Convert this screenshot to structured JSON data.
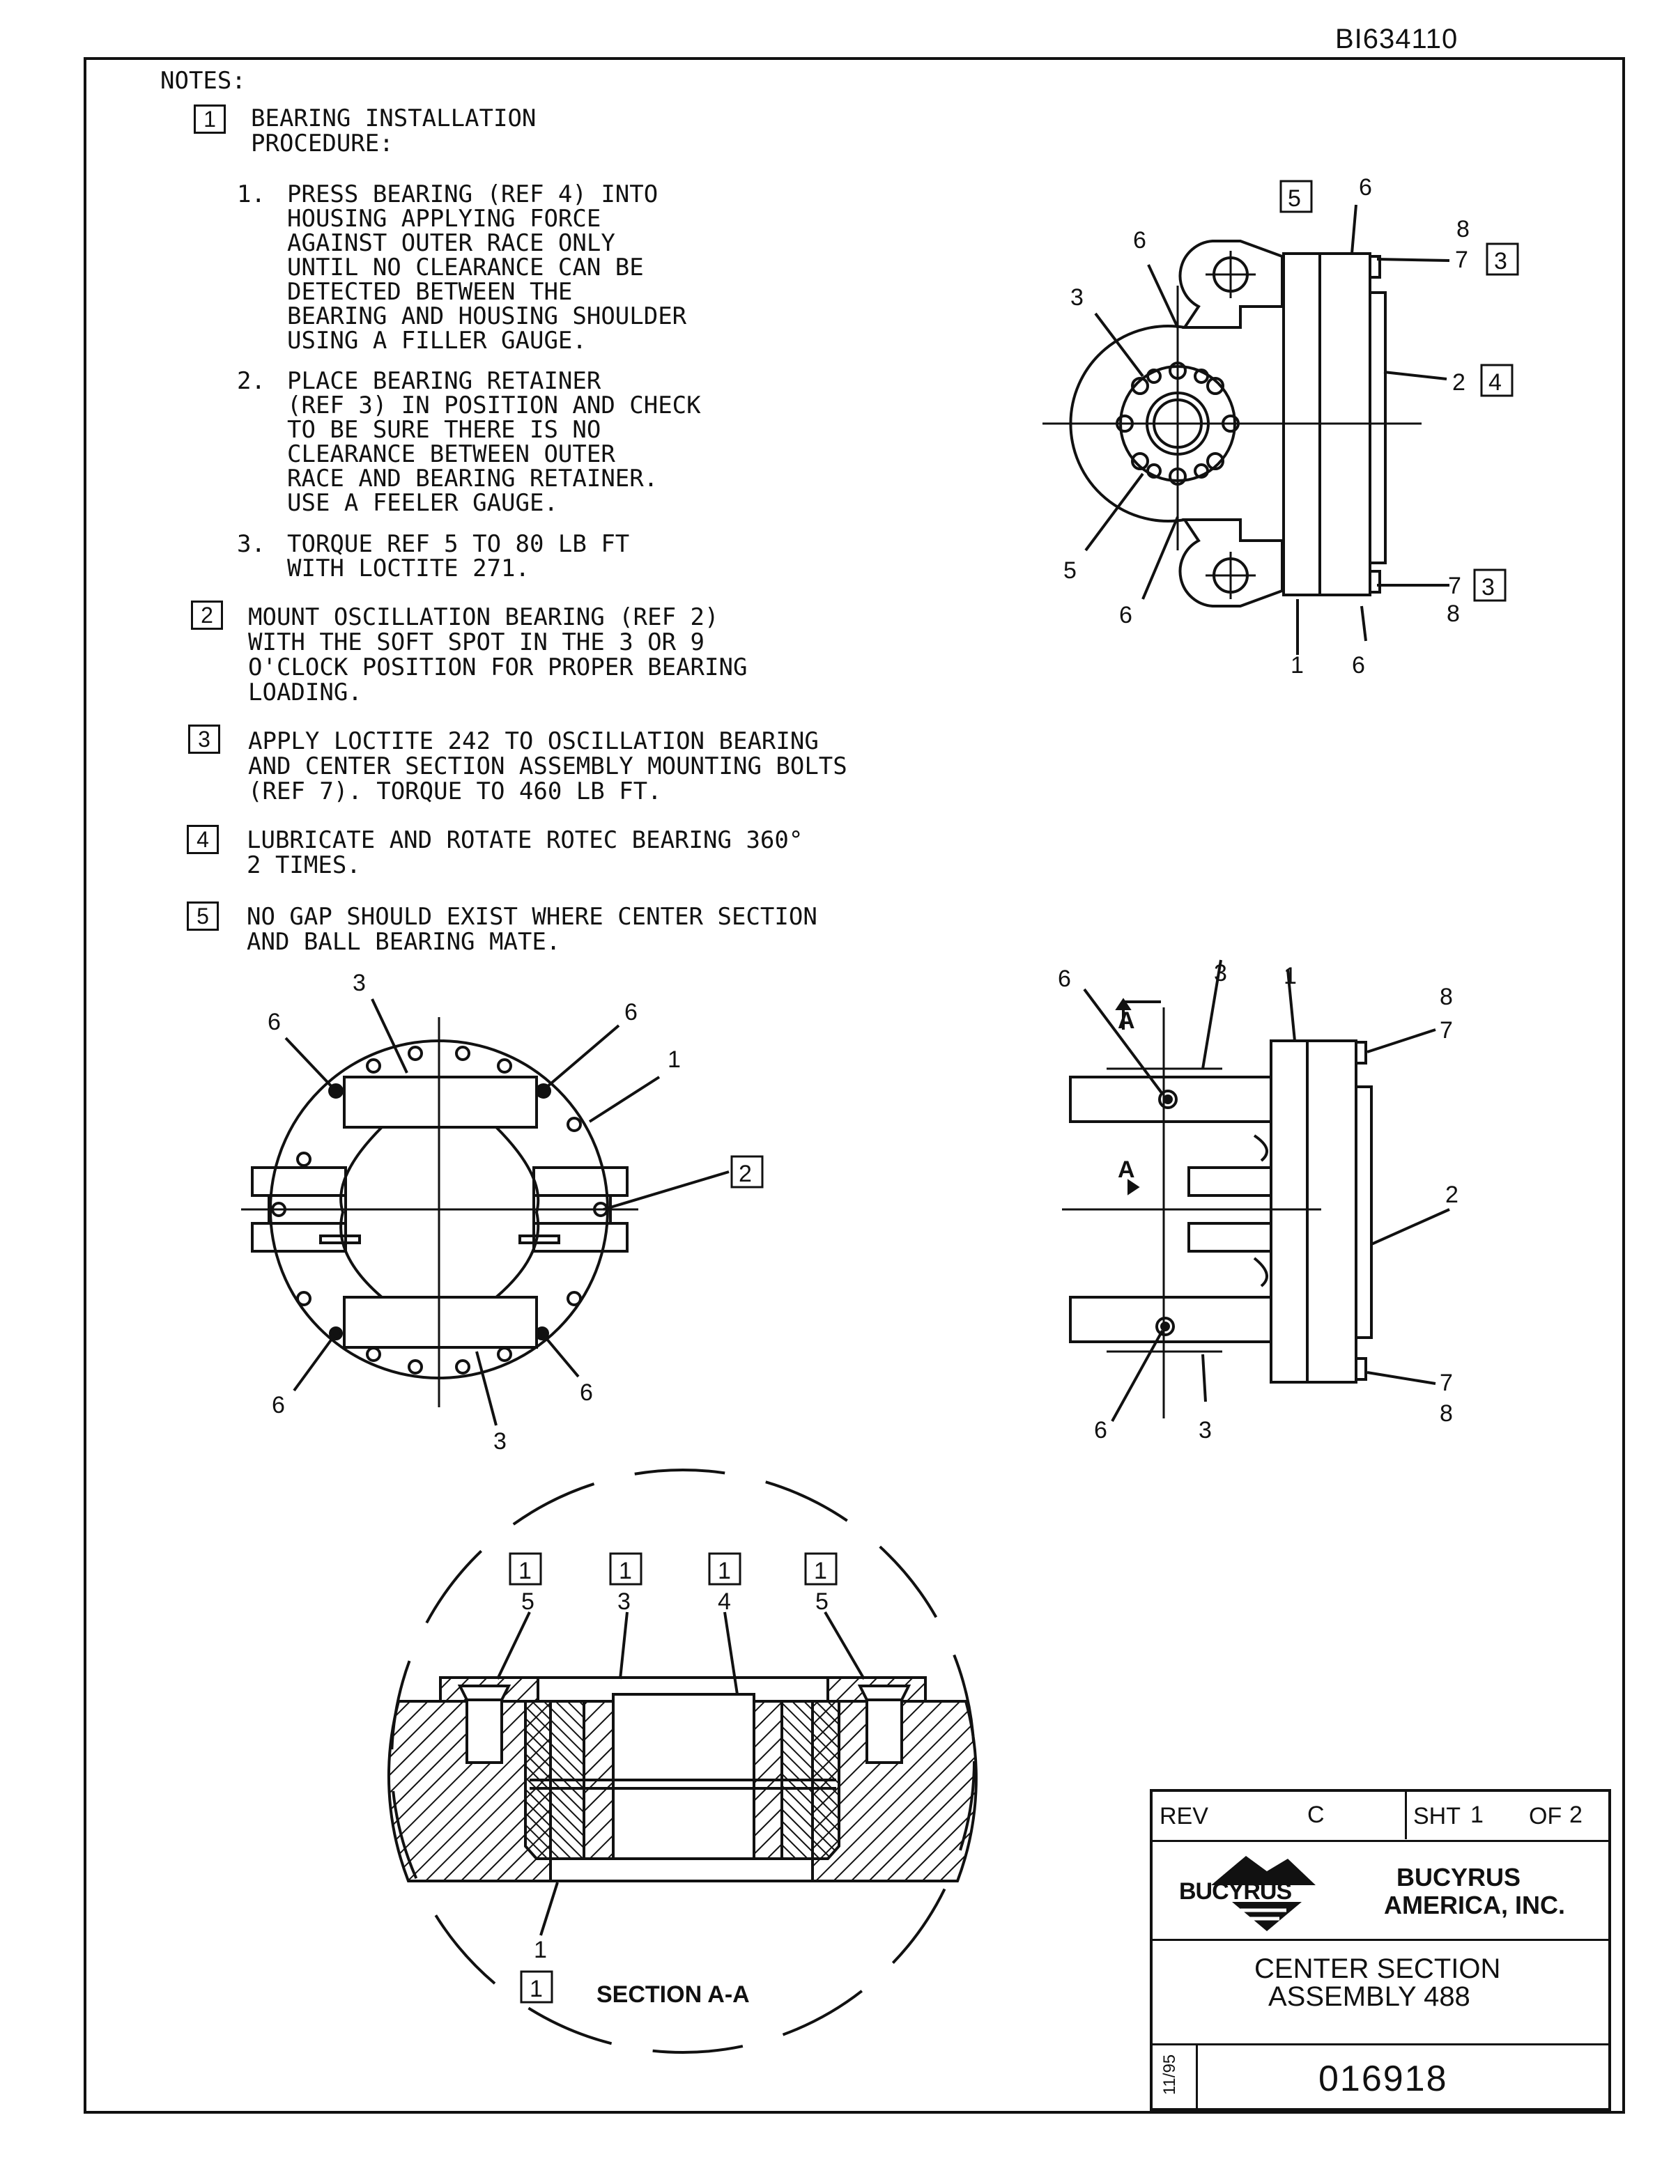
{
  "drawing_number": "BI634110",
  "notes": {
    "heading": "NOTES:",
    "note1": {
      "num": "1",
      "title": "BEARING INSTALLATION\nPROCEDURE:",
      "steps": [
        {
          "n": "1.",
          "text": "PRESS BEARING (REF 4) INTO\nHOUSING APPLYING FORCE\nAGAINST OUTER RACE ONLY\nUNTIL NO CLEARANCE CAN BE\nDETECTED BETWEEN THE\nBEARING AND HOUSING SHOULDER\nUSING A FILLER GAUGE."
        },
        {
          "n": "2.",
          "text": "PLACE BEARING RETAINER\n(REF 3) IN POSITION AND CHECK\nTO BE SURE THERE IS NO\nCLEARANCE BETWEEN OUTER\nRACE AND BEARING RETAINER.\nUSE A FEELER GAUGE."
        },
        {
          "n": "3.",
          "text": "TORQUE REF 5 TO 80 LB FT\nWITH LOCTITE 271."
        }
      ]
    },
    "note2": {
      "num": "2",
      "text": "MOUNT OSCILLATION BEARING (REF 2)\nWITH THE SOFT SPOT IN THE 3 OR 9\nO'CLOCK POSITION FOR PROPER BEARING\nLOADING."
    },
    "note3": {
      "num": "3",
      "text": "APPLY LOCTITE 242 TO OSCILLATION BEARING\nAND CENTER SECTION ASSEMBLY MOUNTING BOLTS\n(REF 7). TORQUE TO 460 LB FT."
    },
    "note4": {
      "num": "4",
      "text": "LUBRICATE AND ROTATE ROTEC BEARING 360°\n2 TIMES."
    },
    "note5": {
      "num": "5",
      "text": "NO GAP SHOULD EXIST WHERE CENTER SECTION\nAND BALL BEARING MATE."
    }
  },
  "views": {
    "top_right": {
      "callouts": [
        "5",
        "6",
        "6",
        "8",
        "7",
        "3",
        "3",
        "2",
        "4",
        "5",
        "6",
        "7",
        "3",
        "8",
        "1",
        "6"
      ]
    },
    "front": {
      "callouts": [
        "3",
        "6",
        "6",
        "1",
        "2",
        "6",
        "6",
        "3"
      ]
    },
    "side": {
      "callouts": [
        "6",
        "3",
        "1",
        "8",
        "7",
        "A",
        "A",
        "2",
        "7",
        "8",
        "6",
        "3"
      ]
    },
    "section": {
      "title": "SECTION  A-A",
      "boxed": [
        "1",
        "1",
        "1",
        "1",
        "1"
      ],
      "callouts": [
        "5",
        "3",
        "4",
        "5",
        "1"
      ]
    }
  },
  "title_block": {
    "rev_label": "REV",
    "rev_value": "C",
    "sheet_label": "SHT",
    "sheet_value": "1",
    "of_label": "OF",
    "of_value": "2",
    "logo_text": "BUCYRUS",
    "company_line1": "BUCYRUS",
    "company_line2": "AMERICA, INC.",
    "title_line1": "CENTER SECTION",
    "title_line2": "ASSEMBLY 488",
    "date": "11/95",
    "part_number": "016918"
  }
}
